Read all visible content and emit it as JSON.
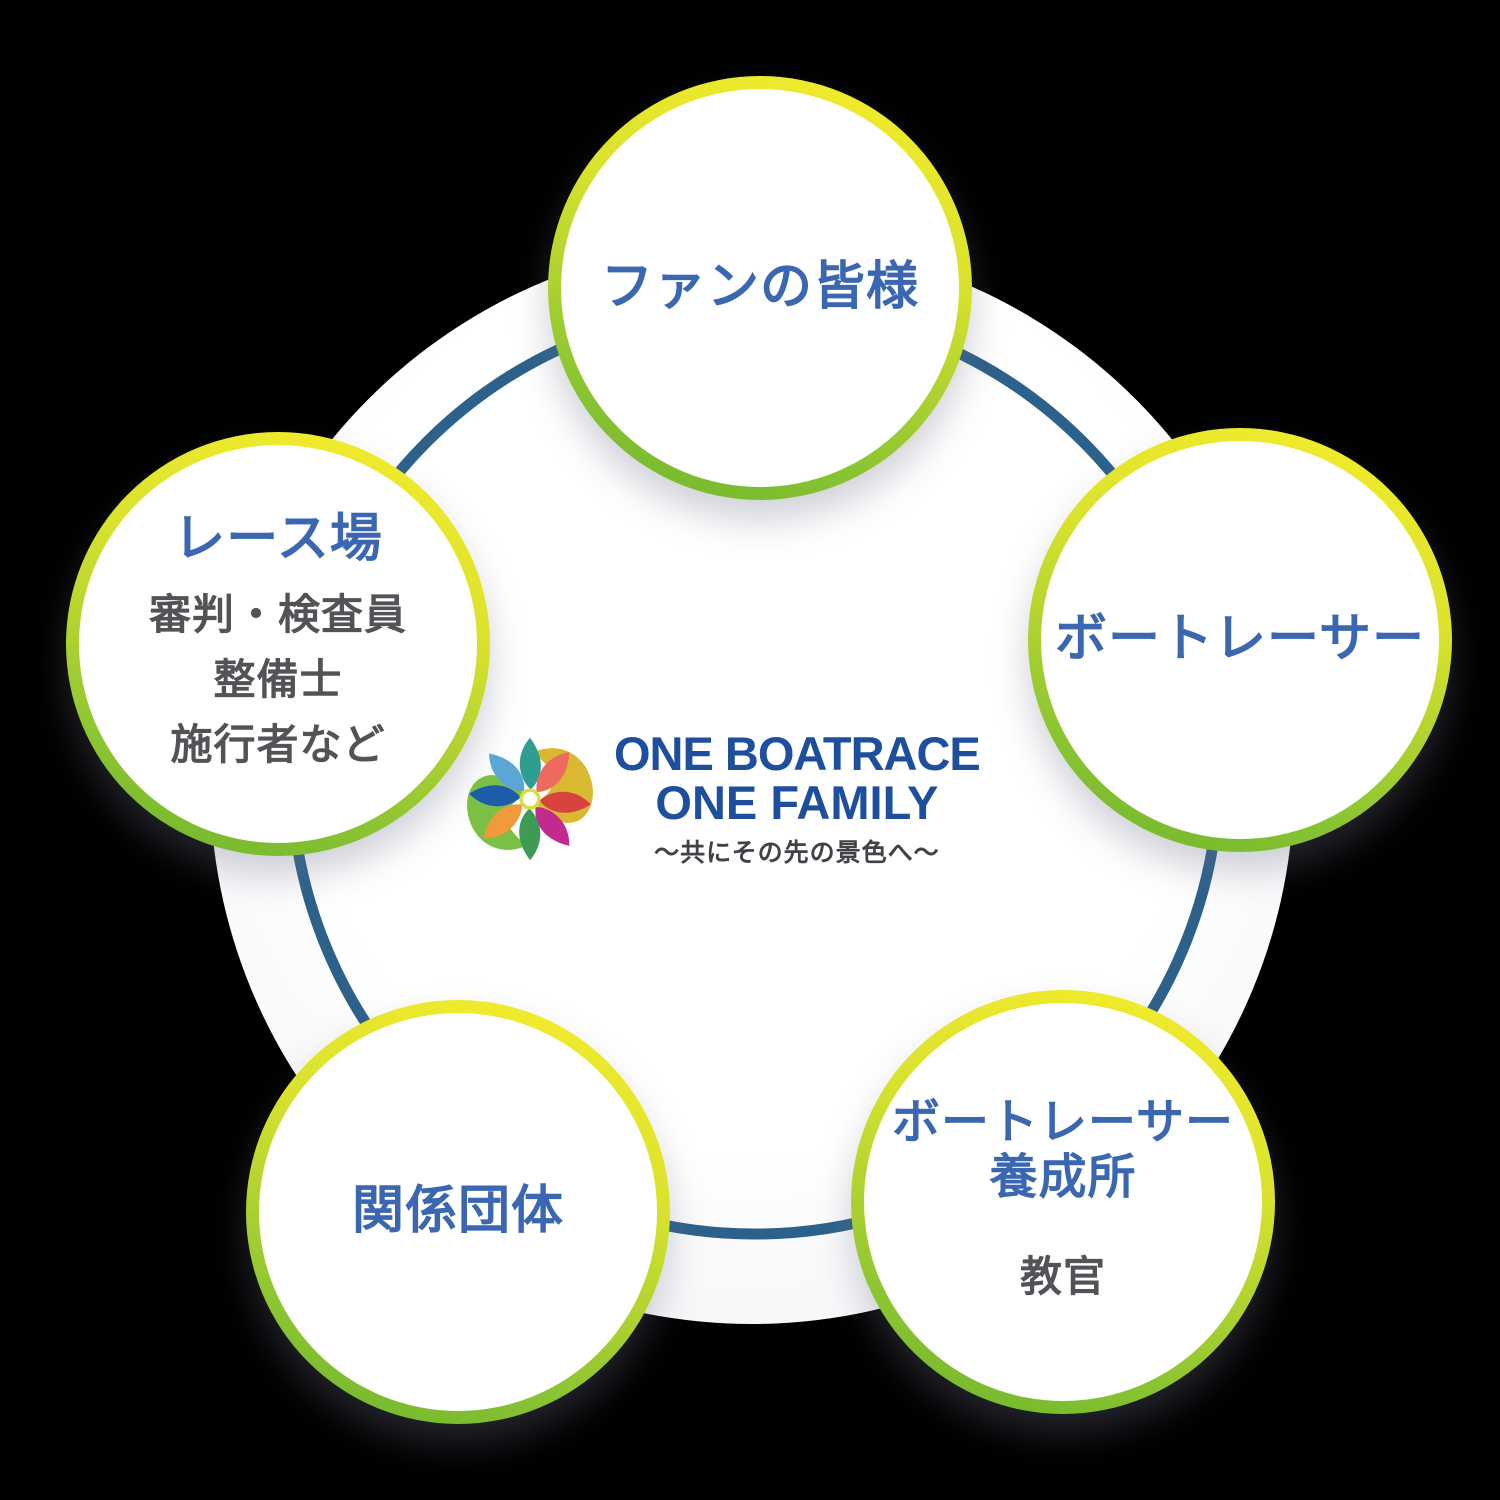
{
  "diagram": {
    "description": "ONE BOATRACE ONE FAMILY relationship diagram with five member circles",
    "center_logo": {
      "icon": "one-boatrace-swirl-icon",
      "line1": "ONE BOATRACE",
      "line2": "ONE FAMILY",
      "tagline": "〜共にその先の景色へ〜",
      "text_color": "#1e4f9f",
      "tagline_color": "#414147"
    },
    "nodes": {
      "fans": {
        "title": "ファンの皆様",
        "position": "top"
      },
      "racers": {
        "title": "ボートレーサー",
        "position": "right"
      },
      "school": {
        "title_line1": "ボートレーサー",
        "title_line2": "養成所",
        "subtitle": "教官",
        "position": "bottom-right"
      },
      "organizations": {
        "title": "関係団体",
        "position": "bottom-left"
      },
      "stadium": {
        "title": "レース場",
        "subtitle1": "審判・検査員",
        "subtitle2": "整備士",
        "subtitle3": "施行者など",
        "position": "left"
      }
    },
    "colors": {
      "node_title_blue": "#3a66b2",
      "node_subtitle_gray": "#525257",
      "connector_ring_blue": "#2c618b",
      "border_gradient_top": "#f6ec2b",
      "border_gradient_bottom": "#6db32c",
      "backdrop": "#f4f4f7",
      "background": "#000000"
    }
  }
}
